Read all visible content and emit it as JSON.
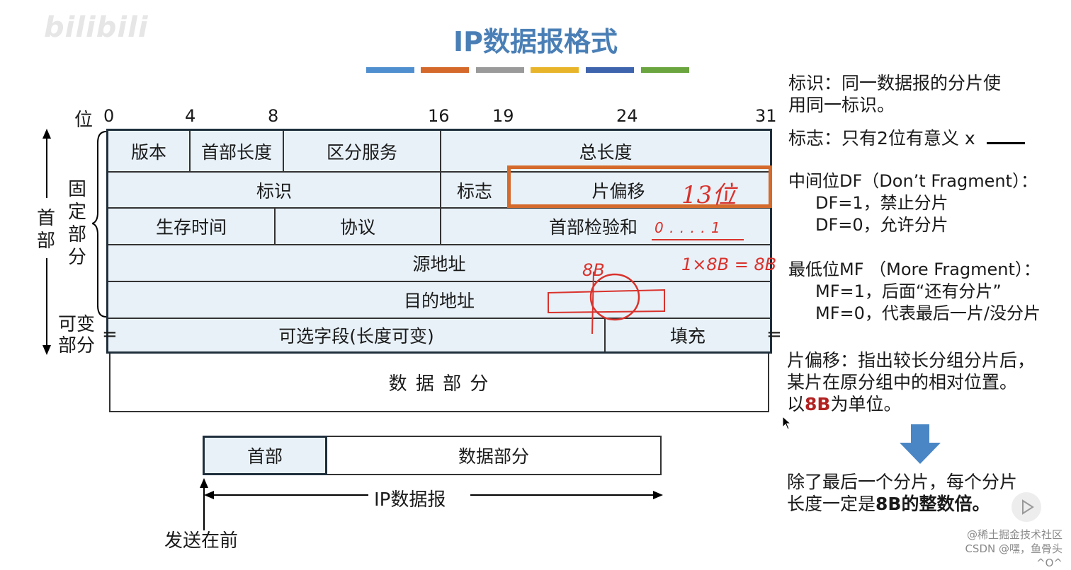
{
  "title": "IP数据报格式",
  "title_bar_colors": [
    "#4f8fcf",
    "#d5692c",
    "#9a9a9a",
    "#e8b52a",
    "#3e64ae",
    "#6aa53f"
  ],
  "watermark_logo": "bilibili",
  "bit_axis": {
    "label": "位",
    "ticks": [
      "0",
      "4",
      "8",
      "16",
      "19",
      "24",
      "31"
    ]
  },
  "side_labels": {
    "header": "首部",
    "fixed": "固定部分",
    "variable": "可变部分"
  },
  "header_fields": {
    "version": "版本",
    "header_length": "首部长度",
    "dscp": "区分服务",
    "total_length": "总长度",
    "identification": "标识",
    "flags": "标志",
    "fragment_offset": "片偏移",
    "ttl": "生存时间",
    "protocol": "协议",
    "checksum": "首部检验和",
    "source": "源地址",
    "destination": "目的地址",
    "options": "可选字段(长度可变)",
    "padding": "填充"
  },
  "data_section": "数 据 部 分",
  "datagram": {
    "header": "首部",
    "data": "数据部分",
    "label": "IP数据报",
    "send_first": "发送在前"
  },
  "annotations": {
    "fragment_bits": "13位",
    "checksum_note": "0 . . . . 1",
    "size_note": "1×8B = 8B",
    "eight_b": "8B"
  },
  "notes": {
    "id_line1": "标识：同一数据报的分片使",
    "id_line2": "用同一标识。",
    "flag_line": "标志：只有2位有意义 x",
    "df_title": "中间位DF（Don’t Fragment）：",
    "df1": "DF=1，禁止分片",
    "df0": "DF=0，允许分片",
    "mf_title": "最低位MF （More Fragment）：",
    "mf1": "MF=1，后面“还有分片”",
    "mf0": "MF=0，代表最后一片/没分片",
    "offset_line1": "片偏移：指出较长分组分片后，",
    "offset_line2": "某片在原分组中的相对位置。",
    "offset_line3_prefix": "以",
    "offset_line3_unit": "8B",
    "offset_line3_suffix": "为单位。",
    "conclusion_line1": "除了最后一个分片，每个分片",
    "conclusion_line2_prefix": "长度一定是",
    "conclusion_line2_bold": "8B的整数倍。"
  },
  "footer": {
    "line1": "@稀土掘金技术社区",
    "line2": "CSDN @嘿，鱼骨头^O^"
  },
  "colors": {
    "cell_fill": "#e8f1f8",
    "highlight_box": "#d46a2c",
    "title": "#4a7fb6",
    "emphasis": "#b22222",
    "ink": "#d9322c",
    "arrow": "#4a86c5"
  }
}
